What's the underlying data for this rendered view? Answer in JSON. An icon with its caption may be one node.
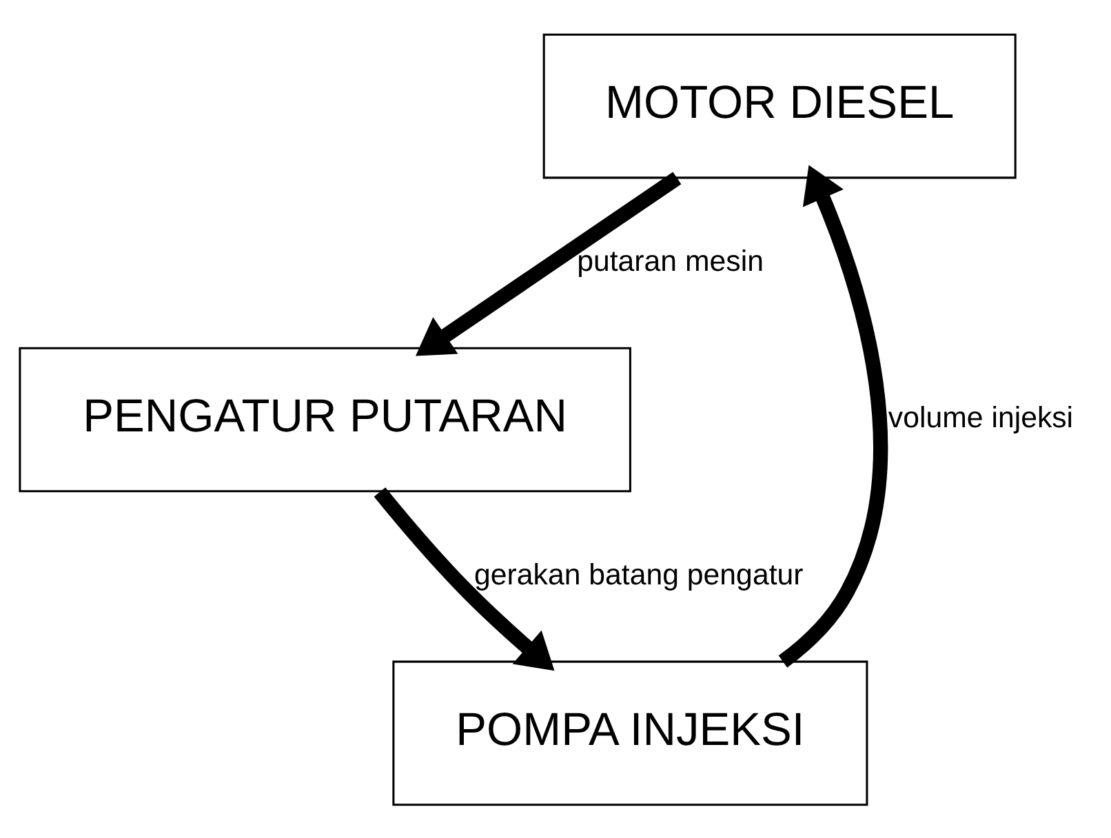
{
  "diagram": {
    "nodes": [
      {
        "text": [
          "MOTOR DIESEL"
        ]
      },
      {
        "text": [
          "POMPA INJEKSI"
        ]
      },
      {
        "text": [
          "PENGATUR PUTARAN"
        ]
      }
    ],
    "edges": [
      {
        "from": 1,
        "to": 0,
        "arrow": "to",
        "label": "volume injeksi"
      },
      {
        "from": 0,
        "to": 2,
        "arrow": "to",
        "label": "putaran mesin"
      },
      {
        "from": 2,
        "to": 1,
        "arrow": "to",
        "label": "gerakan batang pengatur"
      }
    ]
  }
}
